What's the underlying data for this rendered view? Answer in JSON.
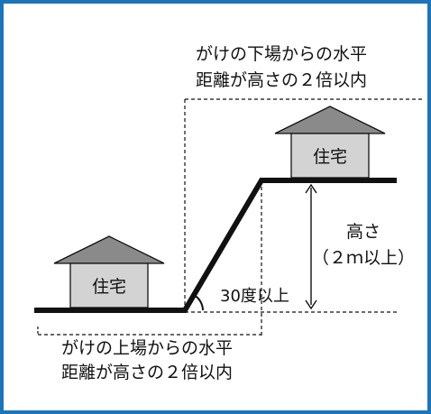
{
  "colors": {
    "frame_border": "#1e74b8",
    "ground": "#111111",
    "roof_fill": "#8a8a8a",
    "wall_fill": "#d3d3d3",
    "line": "#111111"
  },
  "labels": {
    "upper_distance_line1": "がけの下場からの水平",
    "upper_distance_line2": "距離が高さの２倍以内",
    "upper_house": "住宅",
    "height_line1": "高さ",
    "height_line2": "（２ｍ以上）",
    "angle": "30度以上",
    "lower_house": "住宅",
    "lower_distance_line1": "がけの上場からの水平",
    "lower_distance_line2": "距離が高さの２倍以内"
  }
}
